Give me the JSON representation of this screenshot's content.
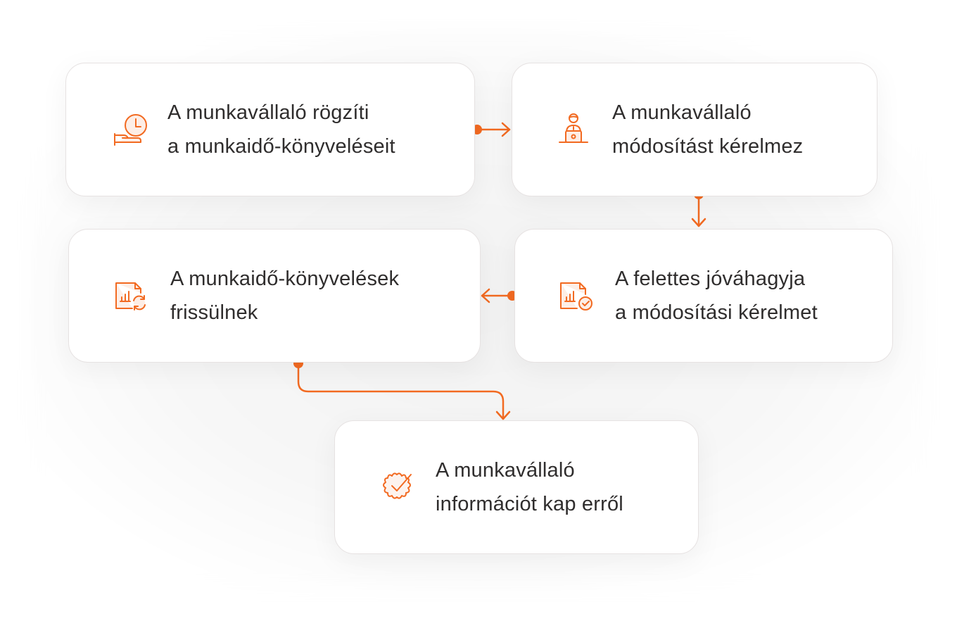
{
  "diagram": {
    "type": "process-flow",
    "accent_color": "#f26a21",
    "text_color": "#2f2d2d",
    "steps": [
      {
        "id": 1,
        "icon": "clock-hand-icon",
        "lines": [
          "A munkavállaló rögzíti",
          "a munkaidő-könyveléseit"
        ]
      },
      {
        "id": 2,
        "icon": "person-laptop-icon",
        "lines": [
          "A munkavállaló",
          "módosítást kérelmez"
        ]
      },
      {
        "id": 3,
        "icon": "document-check-icon",
        "lines": [
          "A felettes jóváhagyja",
          "a módosítási kérelmet"
        ]
      },
      {
        "id": 4,
        "icon": "document-refresh-icon",
        "lines": [
          "A munkaidő-könyvelések",
          "frissülnek"
        ]
      },
      {
        "id": 5,
        "icon": "badge-check-icon",
        "lines": [
          "A munkavállaló",
          "információt kap erről"
        ]
      }
    ],
    "connections": [
      {
        "from": 1,
        "to": 2,
        "direction": "right"
      },
      {
        "from": 2,
        "to": 3,
        "direction": "down"
      },
      {
        "from": 3,
        "to": 4,
        "direction": "left"
      },
      {
        "from": 4,
        "to": 5,
        "direction": "down-right"
      }
    ]
  }
}
